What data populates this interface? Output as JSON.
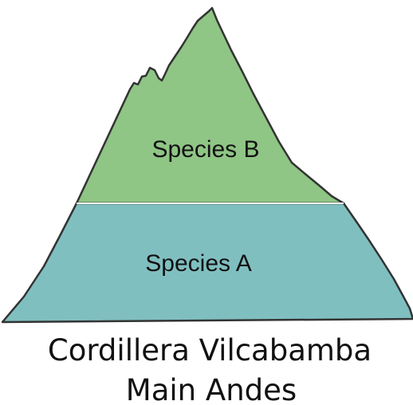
{
  "diagram": {
    "zones": [
      {
        "label": "Species B",
        "color": "#8fc585"
      },
      {
        "label": "Species A",
        "color": "#80bfc0"
      }
    ],
    "caption": {
      "line1": "Cordillera Vilcabamba",
      "line2": "Main Andes"
    },
    "outline_color": "#333333"
  }
}
